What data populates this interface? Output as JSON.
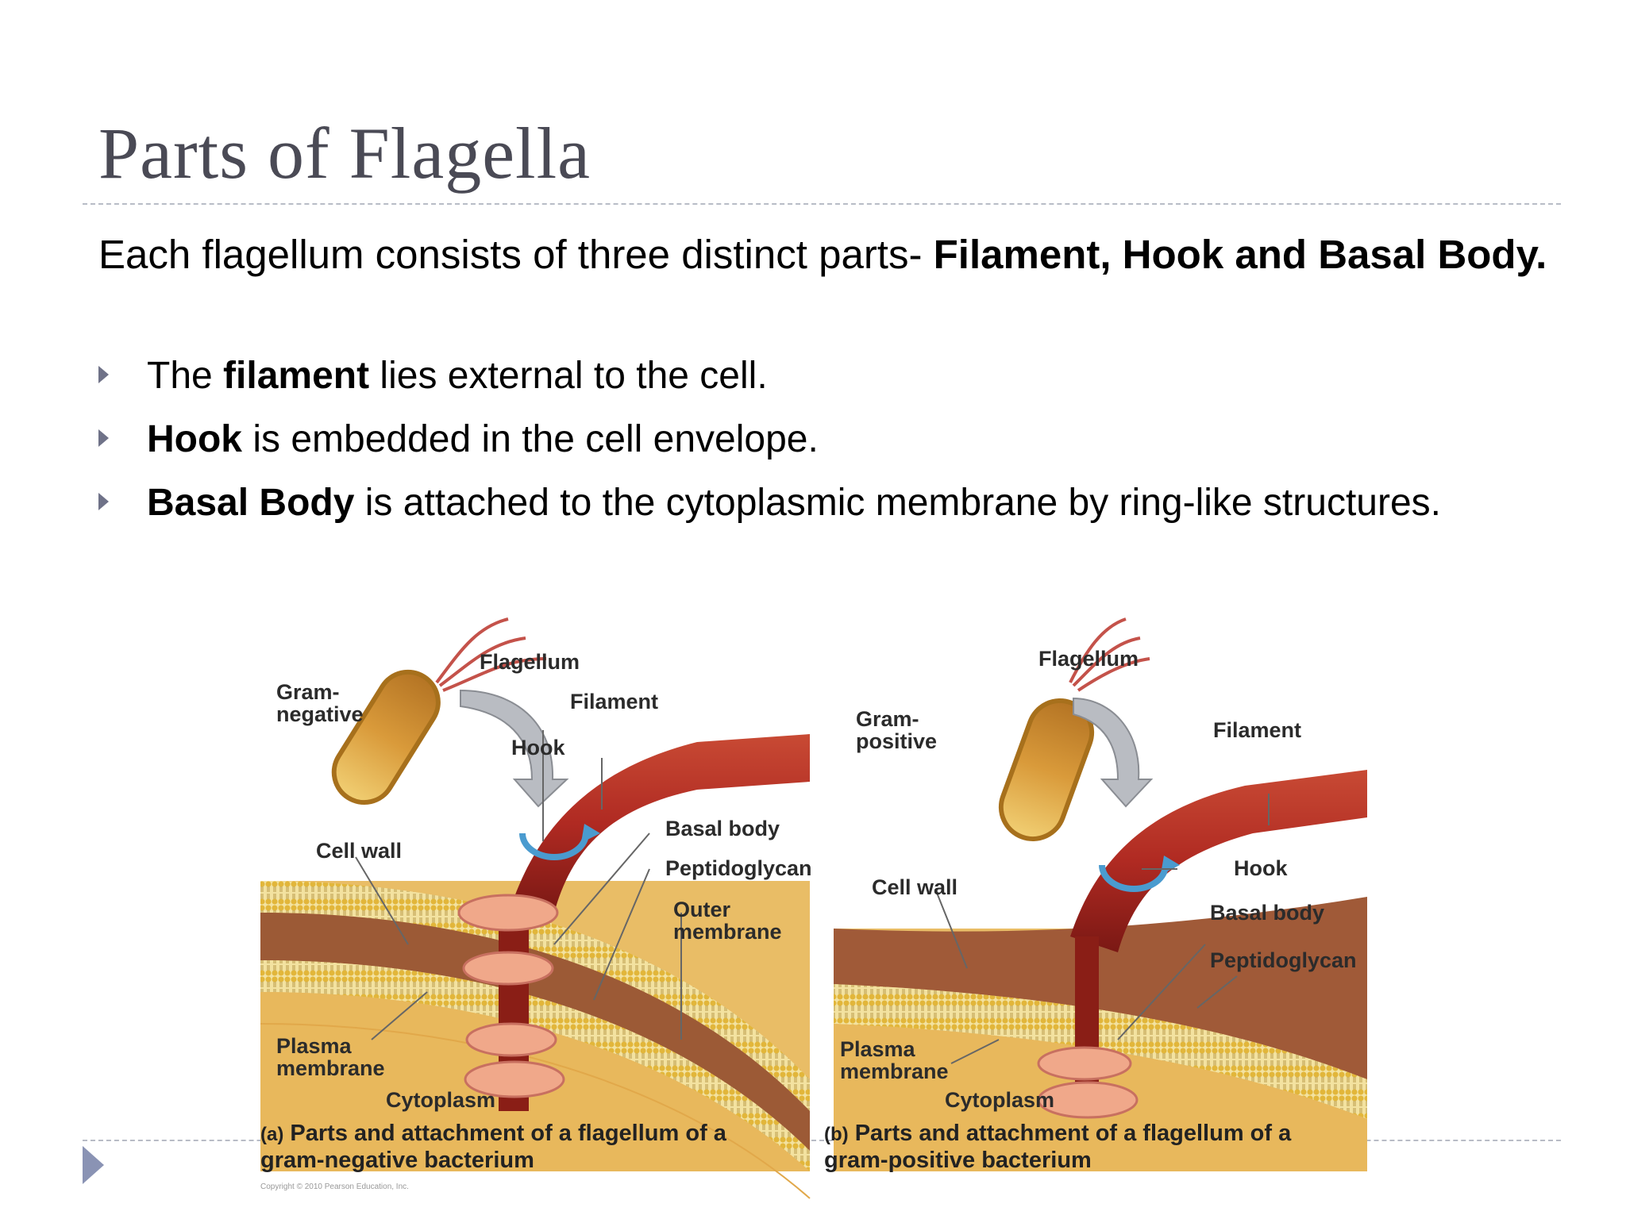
{
  "slide": {
    "title": "Parts of Flagella",
    "intro": {
      "text": "Each flagellum consists of three distinct parts- ",
      "bold": "Filament, Hook and Basal Body."
    },
    "bullets": [
      {
        "pre": "The ",
        "bold": "filament",
        "post": " lies external to the cell."
      },
      {
        "pre": "",
        "bold": "Hook",
        "post": " is embedded in the cell envelope."
      },
      {
        "pre": "",
        "bold": "Basal Body",
        "post": " is attached to the cytoplasmic membrane by ring-like structures."
      }
    ]
  },
  "figure": {
    "panel_a": {
      "labels": {
        "gram": "Gram-",
        "gram2": "negative",
        "flagellum": "Flagellum",
        "filament": "Filament",
        "hook": "Hook",
        "cell_wall": "Cell wall",
        "basal_body": "Basal body",
        "peptidoglycan": "Peptidoglycan",
        "outer": "Outer",
        "outer2": "membrane",
        "plasma": "Plasma",
        "plasma2": "membrane",
        "cytoplasm": "Cytoplasm"
      },
      "caption_letter": "(a)",
      "caption": "Parts and attachment of a flagellum of a",
      "caption2": "gram-negative bacterium",
      "copyright": "Copyright © 2010 Pearson Education, Inc."
    },
    "panel_b": {
      "labels": {
        "flagellum": "Flagellum",
        "gram": "Gram-",
        "gram2": "positive",
        "filament": "Filament",
        "cell_wall": "Cell wall",
        "hook": "Hook",
        "basal_body": "Basal body",
        "peptidoglycan": "Peptidoglycan",
        "plasma": "Plasma",
        "plasma2": "membrane",
        "cytoplasm": "Cytoplasm"
      },
      "caption_letter": "(b)",
      "caption": "Parts and attachment of a flagellum of a",
      "caption2": "gram-positive bacterium"
    }
  },
  "colors": {
    "title": "#4a4a55",
    "bullet_marker": "#6f7288",
    "filament": "#b8322a",
    "cell_body": "#e0a640",
    "membrane": "#e8c24a",
    "wall": "#9a5a3a",
    "cytoplasm": "#e7b85a"
  }
}
